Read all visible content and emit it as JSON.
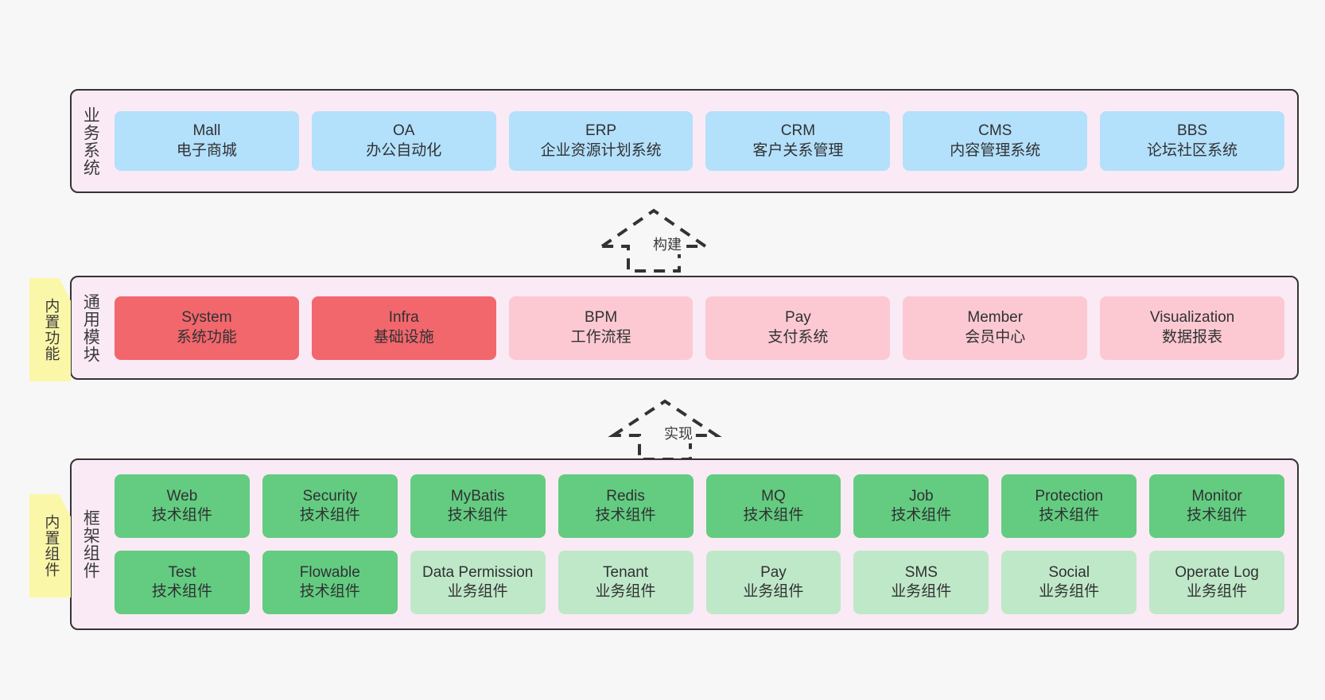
{
  "diagram": {
    "background_color": "#f7f7f7",
    "layer_fill": "#faeaf5",
    "layer_border": "#333333"
  },
  "notes": [
    {
      "id": "builtin-function",
      "label": "内置功能",
      "color": "#fbf7a8"
    },
    {
      "id": "builtin-component",
      "label": "内置组件",
      "color": "#fbf7a8"
    }
  ],
  "arrows": [
    {
      "id": "build",
      "label": "构建",
      "style": "dashed-hollow-up"
    },
    {
      "id": "impl",
      "label": "实现",
      "style": "dashed-hollow-up"
    }
  ],
  "layers": [
    {
      "id": "business",
      "title": "业务系统",
      "rows": [
        {
          "boxes": [
            {
              "name": "Mall",
              "sub": "电子商城",
              "color": "#b3e0fb"
            },
            {
              "name": "OA",
              "sub": "办公自动化",
              "color": "#b3e0fb"
            },
            {
              "name": "ERP",
              "sub": "企业资源计划系统",
              "color": "#b3e0fb"
            },
            {
              "name": "CRM",
              "sub": "客户关系管理",
              "color": "#b3e0fb"
            },
            {
              "name": "CMS",
              "sub": "内容管理系统",
              "color": "#b3e0fb"
            },
            {
              "name": "BBS",
              "sub": "论坛社区系统",
              "color": "#b3e0fb"
            }
          ]
        }
      ]
    },
    {
      "id": "modules",
      "title": "通用模块",
      "rows": [
        {
          "boxes": [
            {
              "name": "System",
              "sub": "系统功能",
              "color": "#f2676c"
            },
            {
              "name": "Infra",
              "sub": "基础设施",
              "color": "#f2676c"
            },
            {
              "name": "BPM",
              "sub": "工作流程",
              "color": "#fcc9d2"
            },
            {
              "name": "Pay",
              "sub": "支付系统",
              "color": "#fcc9d2"
            },
            {
              "name": "Member",
              "sub": "会员中心",
              "color": "#fcc9d2"
            },
            {
              "name": "Visualization",
              "sub": "数据报表",
              "color": "#fcc9d2"
            }
          ]
        }
      ]
    },
    {
      "id": "framework",
      "title": "框架组件",
      "rows": [
        {
          "boxes": [
            {
              "name": "Web",
              "sub": "技术组件",
              "color": "#63cc80"
            },
            {
              "name": "Security",
              "sub": "技术组件",
              "color": "#63cc80"
            },
            {
              "name": "MyBatis",
              "sub": "技术组件",
              "color": "#63cc80"
            },
            {
              "name": "Redis",
              "sub": "技术组件",
              "color": "#63cc80"
            },
            {
              "name": "MQ",
              "sub": "技术组件",
              "color": "#63cc80"
            },
            {
              "name": "Job",
              "sub": "技术组件",
              "color": "#63cc80"
            },
            {
              "name": "Protection",
              "sub": "技术组件",
              "color": "#63cc80"
            },
            {
              "name": "Monitor",
              "sub": "技术组件",
              "color": "#63cc80"
            }
          ]
        },
        {
          "boxes": [
            {
              "name": "Test",
              "sub": "技术组件",
              "color": "#63cc80"
            },
            {
              "name": "Flowable",
              "sub": "技术组件",
              "color": "#63cc80"
            },
            {
              "name": "Data Permission",
              "sub": "业务组件",
              "color": "#bfe8c8"
            },
            {
              "name": "Tenant",
              "sub": "业务组件",
              "color": "#bfe8c8"
            },
            {
              "name": "Pay",
              "sub": "业务组件",
              "color": "#bfe8c8"
            },
            {
              "name": "SMS",
              "sub": "业务组件",
              "color": "#bfe8c8"
            },
            {
              "name": "Social",
              "sub": "业务组件",
              "color": "#bfe8c8"
            },
            {
              "name": "Operate Log",
              "sub": "业务组件",
              "color": "#bfe8c8"
            }
          ]
        }
      ]
    }
  ]
}
